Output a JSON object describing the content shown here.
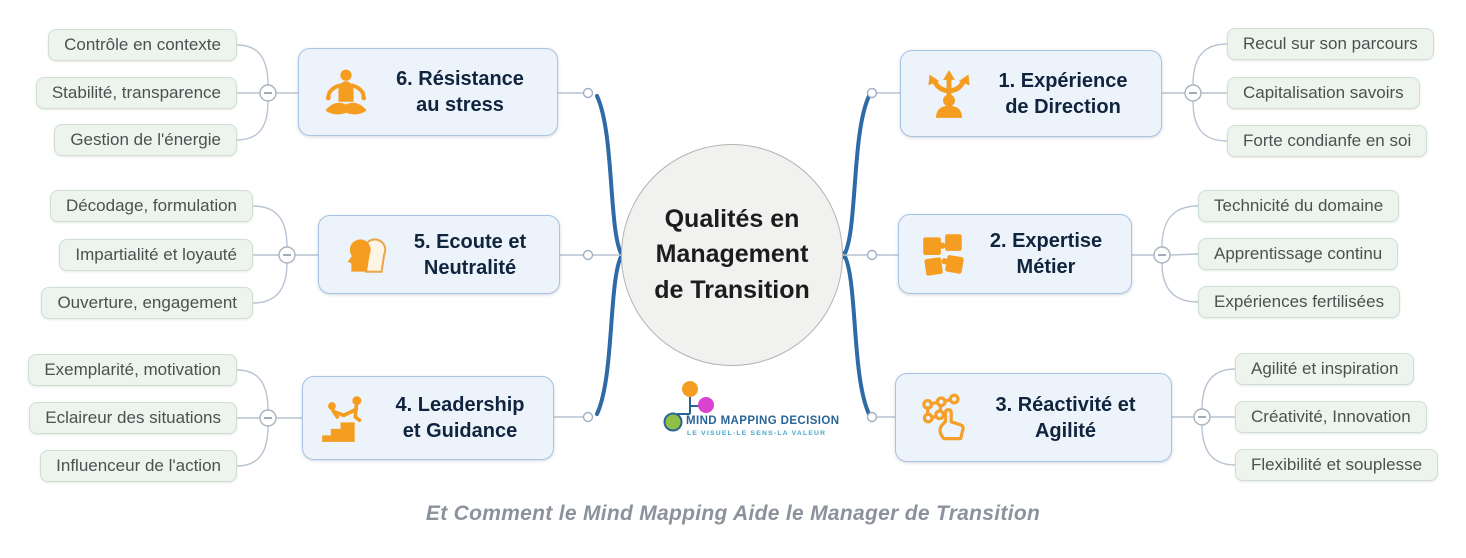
{
  "center": {
    "title": "Qualités en Management de Transition",
    "title_lines": [
      "Qualités en",
      "Management",
      "de Transition"
    ]
  },
  "branches": {
    "right": [
      {
        "label": "1. Expérience de Direction",
        "icon": "decision-paths-icon",
        "children": [
          "Recul sur son parcours",
          "Capitalisation savoirs",
          "Forte condianfe en soi"
        ]
      },
      {
        "label": "2. Expertise Métier",
        "icon": "puzzle-icon",
        "children": [
          "Technicité du domaine",
          "Apprentissage continu",
          "Expériences fertilisées"
        ]
      },
      {
        "label": "3. Réactivité et Agilité",
        "icon": "network-hand-icon",
        "children": [
          "Agilité et inspiration",
          "Créativité, Innovation",
          "Flexibilité et souplesse"
        ]
      }
    ],
    "left": [
      {
        "label": "6. Résistance au stress",
        "icon": "meditation-icon",
        "children": [
          "Contrôle en contexte",
          "Stabilité, transparence",
          "Gestion de l'énergie"
        ]
      },
      {
        "label": "5. Ecoute et Neutralité",
        "icon": "two-heads-icon",
        "children": [
          "Décodage, formulation",
          "Impartialité et loyauté",
          "Ouverture, engagement"
        ]
      },
      {
        "label": "4. Leadership et Guidance",
        "icon": "leadership-icon",
        "children": [
          "Exemplarité, motivation",
          "Eclaireur des situations",
          "Influenceur de l'action"
        ]
      }
    ]
  },
  "logo": {
    "name": "MIND MAPPING DECISION",
    "tagline": "LE VISUEL-LE SENS-LA VALEUR"
  },
  "caption": "Et Comment le Mind Mapping Aide le Manager de Transition",
  "colors": {
    "accent_orange": "#F59D20",
    "connector_blue": "#2E6BA6",
    "main_box_fill": "#EDF3FB",
    "main_box_border": "#A9C3E2",
    "sub_box_fill": "#EDF4EE",
    "sub_box_border": "#CFE0D2",
    "center_fill": "#F1F1EF",
    "caption_gray": "#8C929C",
    "logo_blue": "#2A6496",
    "logo_teal": "#45A8CB",
    "logo_magenta": "#D943CF",
    "logo_green": "#8FC045"
  }
}
